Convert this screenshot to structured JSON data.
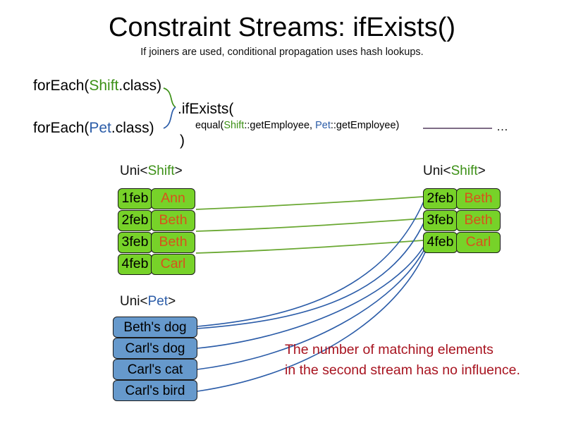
{
  "slide": {
    "title": "Constraint Streams: ifExists()",
    "subtitle": "If joiners are used, conditional propagation uses hash lookups."
  },
  "code": {
    "for_each_shift": {
      "prefix": "forEach(",
      "type": "Shift",
      "suffix": ".class)"
    },
    "for_each_pet": {
      "prefix": "forEach(",
      "type": "Pet",
      "suffix": ".class)"
    },
    "if_exists": ".ifExists(",
    "equal": {
      "prefix": "equal(",
      "left_type": "Shift",
      "left_ref": "::getEmployee, ",
      "right_type": "Pet",
      "right_ref": "::getEmployee)"
    },
    "close_paren": ")",
    "ellipsis": "…"
  },
  "streams": {
    "shift_left": {
      "label_prefix": "Uni<",
      "label_type": "Shift",
      "label_suffix": ">",
      "rows": [
        {
          "date": "1feb",
          "name": "Ann"
        },
        {
          "date": "2feb",
          "name": "Beth"
        },
        {
          "date": "3feb",
          "name": "Beth"
        },
        {
          "date": "4feb",
          "name": "Carl"
        }
      ]
    },
    "shift_right": {
      "label_prefix": "Uni<",
      "label_type": "Shift",
      "label_suffix": ">",
      "rows": [
        {
          "date": "2feb",
          "name": "Beth"
        },
        {
          "date": "3feb",
          "name": "Beth"
        },
        {
          "date": "4feb",
          "name": "Carl"
        }
      ]
    },
    "pet": {
      "label_prefix": "Uni<",
      "label_type": "Pet",
      "label_suffix": ">",
      "rows": [
        {
          "name": "Beth's dog"
        },
        {
          "name": "Carl's dog"
        },
        {
          "name": "Carl's cat"
        },
        {
          "name": "Carl's bird"
        }
      ]
    }
  },
  "annotation": {
    "text": "The number of matching elements\nin the second stream has no influence."
  },
  "colors": {
    "shift_green_fill": "#77d229",
    "shift_name_text": "#d8521c",
    "pet_blue_fill": "#6699cc",
    "green_accent": "#3c9016",
    "blue_accent": "#2b5ca8",
    "green_link": "#6aa832",
    "blue_link": "#2b5ca8",
    "annotation_red": "#a81420",
    "tail_line": "#7d6c85"
  }
}
